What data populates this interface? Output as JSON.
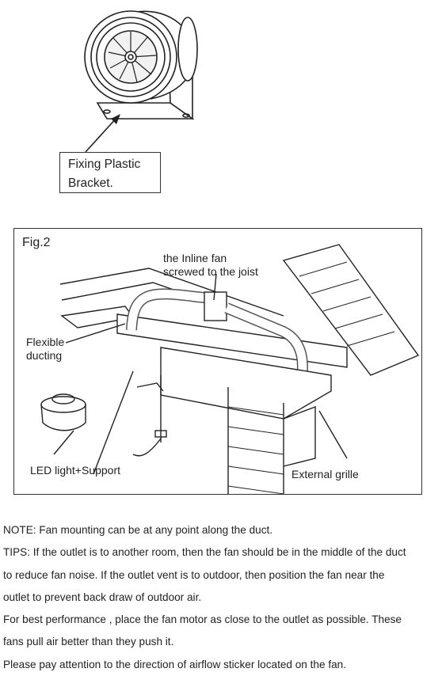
{
  "top_callout": {
    "line1": "Fixing Plastic",
    "line2": "Bracket."
  },
  "figure": {
    "title": "Fig.2",
    "fan_label_line1": "the Inline fan",
    "fan_label_line2": "screwed to the joist",
    "ducting_label_line1": "Flexible",
    "ducting_label_line2": "ducting",
    "led_label": "LED light+Support",
    "grille_label": "External grille"
  },
  "notes": [
    "NOTE: Fan mounting can be at any point along the duct.",
    "TIPS: If the outlet is to another room, then the fan should be in the middle of the duct",
    "to reduce fan noise.   If the outlet vent is to outdoor, then position the    fan near the",
    "outlet to prevent back draw of outdoor air.",
    "For best  performance  , place the fan motor as close to the outlet as possible. These",
    "fans pull air better than they push it.",
    "Please pay attention to the direction of airflow sticker located on the fan."
  ]
}
